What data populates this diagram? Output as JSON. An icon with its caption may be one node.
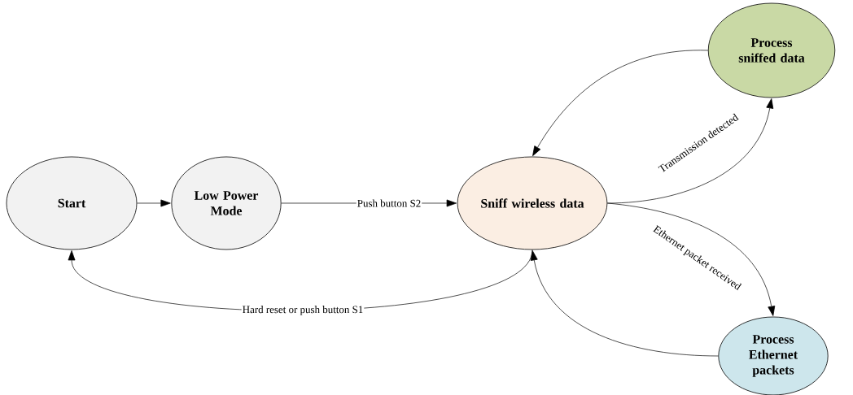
{
  "diagram": {
    "nodes": [
      {
        "text": [
          "Start"
        ]
      },
      {
        "text": [
          "Low Power Mode"
        ]
      },
      {
        "text": [
          "Sniff wireless data"
        ]
      },
      {
        "text": [
          "Process sniffed data"
        ]
      },
      {
        "text": [
          "Process Ethernet packets"
        ]
      }
    ],
    "edges": [
      {
        "from": 0,
        "to": 1,
        "arrow": "to"
      },
      {
        "from": 1,
        "to": 2,
        "arrow": "to",
        "label": "Push button S2"
      },
      {
        "from": 2,
        "to": 3,
        "arrow": "to",
        "label": "Transmission detected"
      },
      {
        "from": 3,
        "to": 2,
        "arrow": "to"
      },
      {
        "from": 2,
        "to": 4,
        "arrow": "to",
        "label": "Ethernet packet received"
      },
      {
        "from": 4,
        "to": 2,
        "arrow": "to"
      },
      {
        "from": 2,
        "to": 0,
        "arrow": "to",
        "label": "Hard reset or push button S1"
      }
    ]
  }
}
